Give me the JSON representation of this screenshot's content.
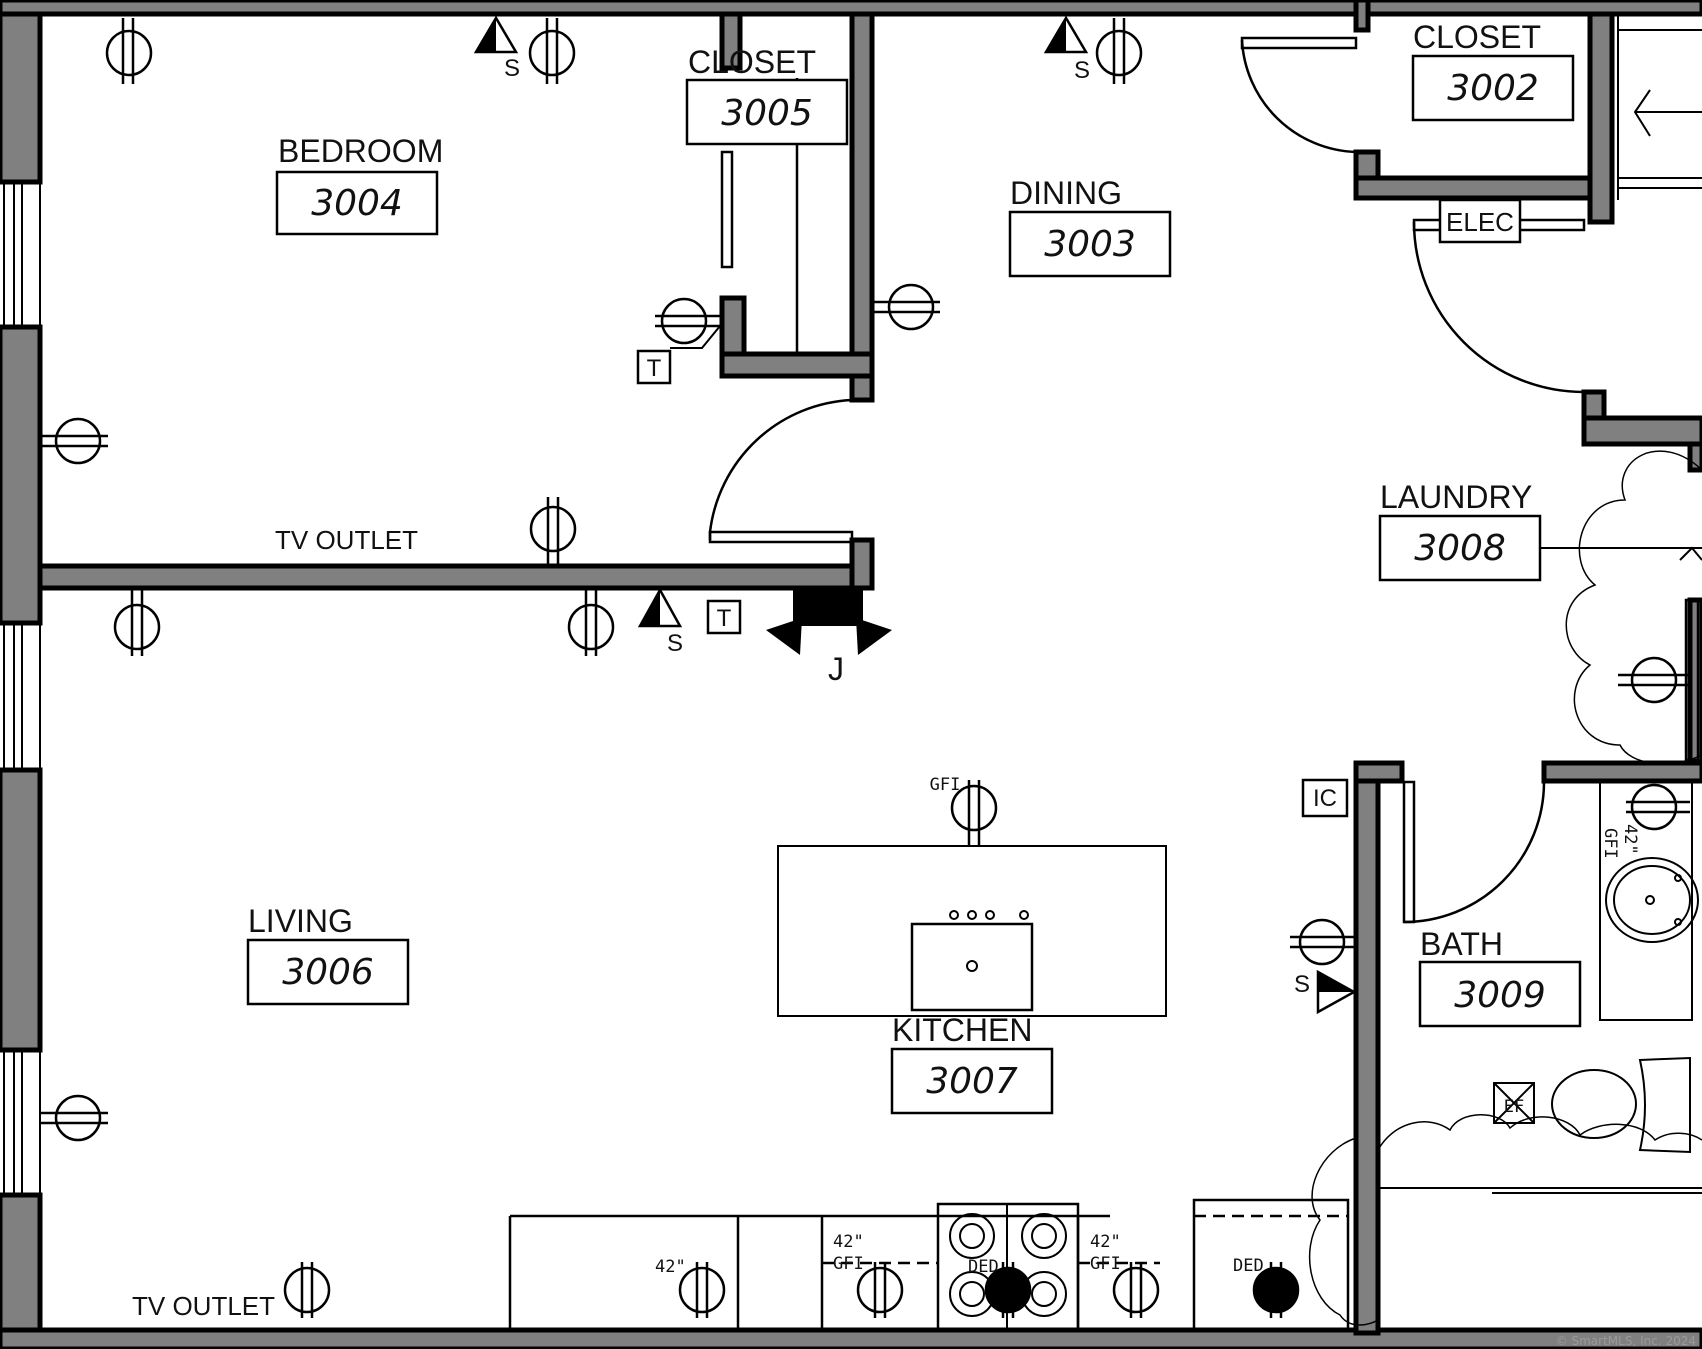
{
  "rooms": {
    "bedroom": {
      "label": "BEDROOM",
      "number": "3004"
    },
    "closet_bedroom": {
      "label": "CLOSET",
      "number": "3005"
    },
    "dining": {
      "label": "DINING",
      "number": "3003"
    },
    "closet_entry": {
      "label": "CLOSET",
      "number": "3002"
    },
    "elec": {
      "label": "ELEC"
    },
    "laundry": {
      "label": "LAUNDRY",
      "number": "3008"
    },
    "living": {
      "label": "LIVING",
      "number": "3006"
    },
    "kitchen": {
      "label": "KITCHEN",
      "number": "3007"
    },
    "bath": {
      "label": "BATH",
      "number": "3009"
    }
  },
  "annotations": {
    "tv_outlet_bedroom": "TV OUTLET",
    "tv_outlet_living": "TV OUTLET",
    "ic": "IC",
    "ef": "EF",
    "j": "J",
    "gfi_island": "GFI",
    "gfi_bath": "GFI",
    "height_bath": "42\"",
    "counter_42_a": "42\"",
    "counter_42_b": "42\"",
    "counter_42_c": "42\"",
    "counter_gfi_b": "GFI",
    "counter_gfi_c": "GFI",
    "ded_range": "DED",
    "ded_right": "DED"
  },
  "symbols": {
    "smoke_label": "S",
    "thermostat_label": "T"
  },
  "copyright": "© SmartMLS, Inc. 2024"
}
